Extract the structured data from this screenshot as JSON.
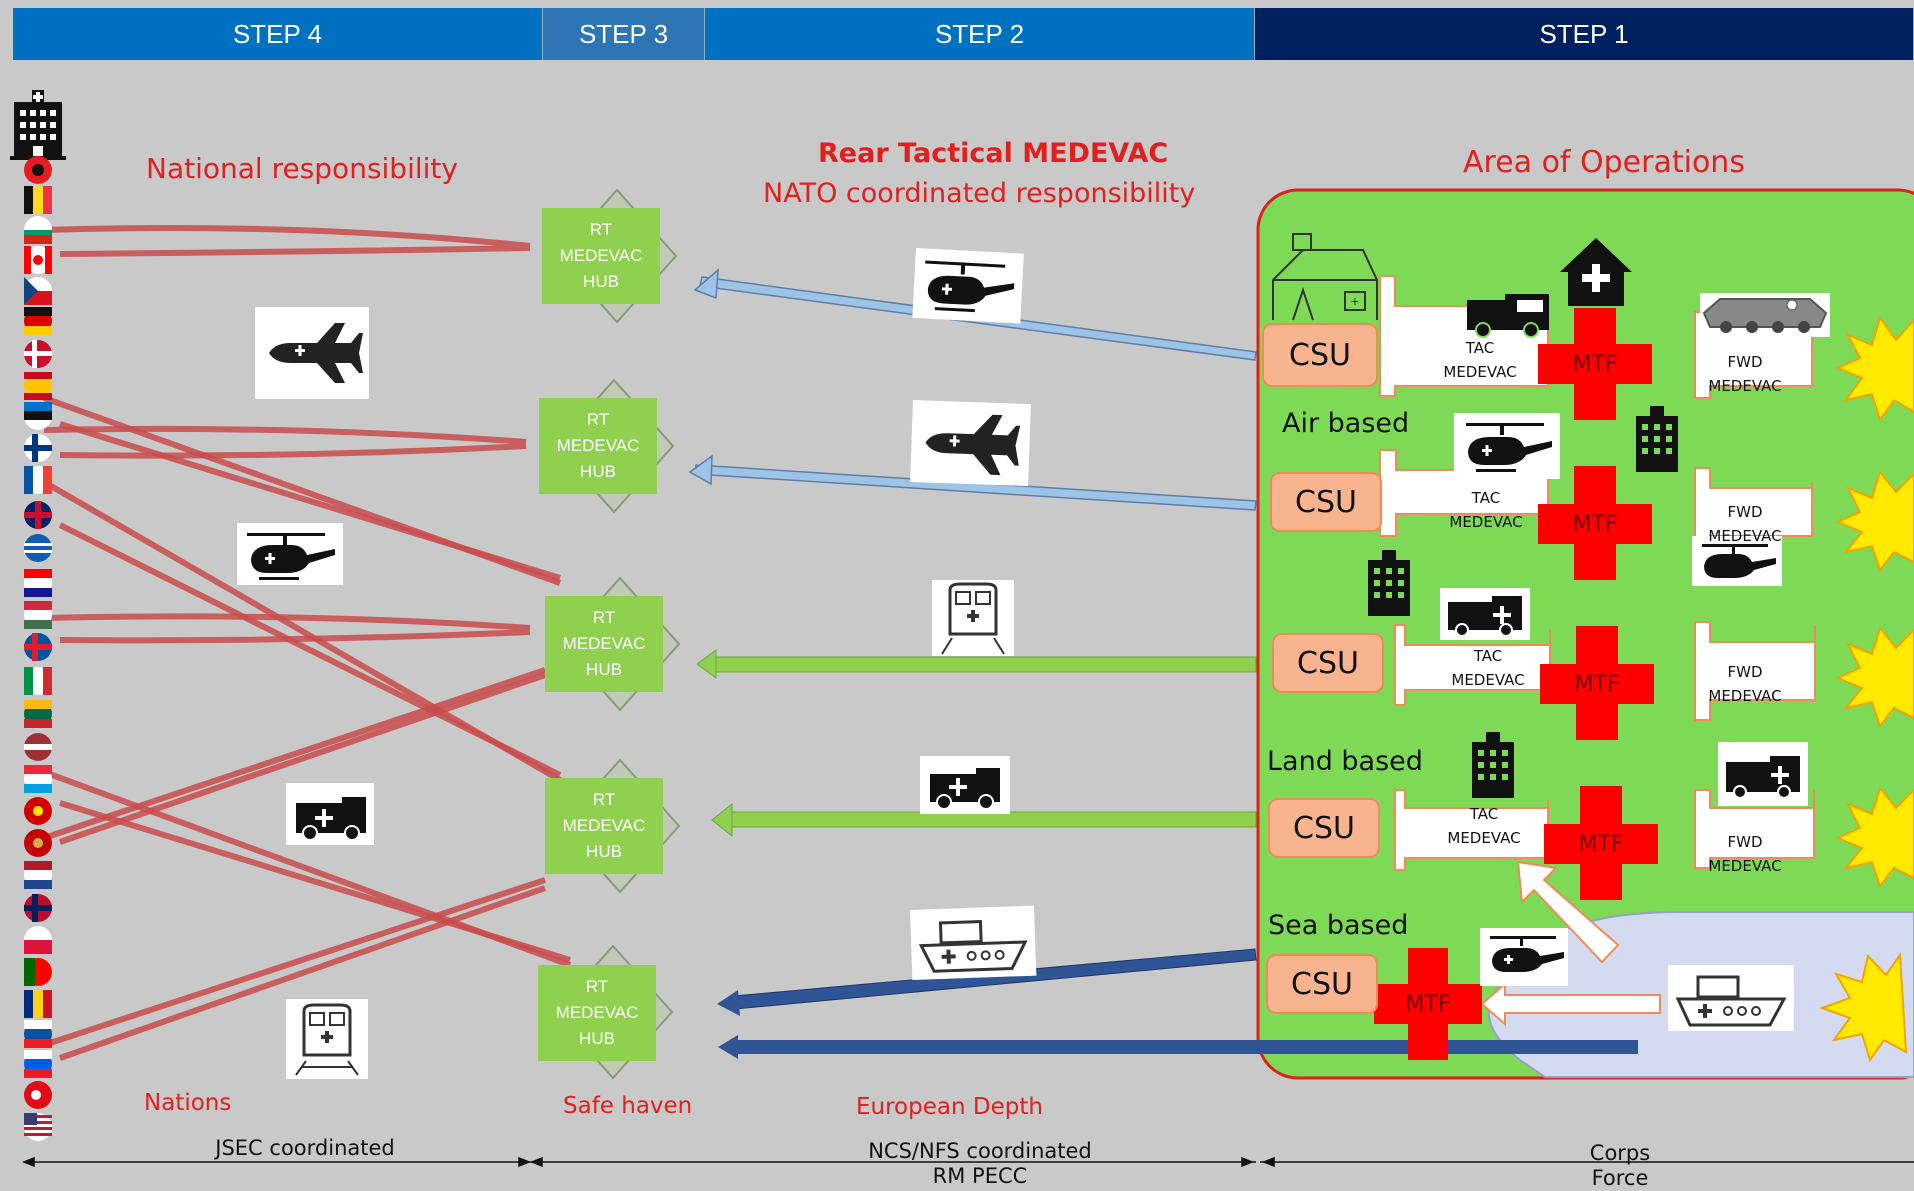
{
  "steps": [
    "STEP 4",
    "STEP 3",
    "STEP 2",
    "STEP 1"
  ],
  "titles": {
    "national": "National responsibility",
    "rear_tactical": "Rear Tactical MEDEVAC",
    "nato": "NATO coordinated responsibility",
    "aoo": "Area of Operations"
  },
  "hub_label": [
    "RT",
    "MEDEVAC",
    "HUB"
  ],
  "modes": {
    "air": "Air based",
    "land": "Land based",
    "sea": "Sea based"
  },
  "csu_label": "CSU",
  "mtf_label": "MTF",
  "tac_label": [
    "TAC",
    "MEDEVAC"
  ],
  "fwd_label": "FWD MEDEVAC",
  "bottom_labels": {
    "nations": "Nations",
    "safe_haven": "Safe haven",
    "european_depth": "European Depth"
  },
  "bottom_scale": {
    "jsec": "JSEC coordinated",
    "ncs_line1": "NCS/NFS coordinated",
    "ncs_line2": "RM PECC",
    "corps_line1": "Corps",
    "corps_line2": "Force"
  },
  "colors": {
    "step4": "#0070c0",
    "step3": "#2e75b6",
    "step2": "#0070c0",
    "step1": "#002060",
    "hub": "#8fd14f",
    "aoo_fill": "#7ed957",
    "aoo_border": "#e0201e",
    "csu": "#f7b48e",
    "mtf": "#ff0000",
    "red_link": "#cc4a4a",
    "air_link": "#9dc3e6",
    "land_link": "#8fd14f",
    "sea_link": "#2f5597"
  },
  "icons": [
    "hospital-icon",
    "plane-icon",
    "helicopter-icon",
    "train-icon",
    "ambulance-icon",
    "ship-icon",
    "tent-icon",
    "house-icon",
    "military-vehicle-icon",
    "explosion-icon"
  ],
  "flags": [
    "Albania",
    "Belgium",
    "Bulgaria",
    "Canada",
    "Czech Republic",
    "Germany",
    "Denmark",
    "Spain",
    "Estonia",
    "Finland",
    "France",
    "United Kingdom",
    "Greece",
    "Croatia",
    "Hungary",
    "Iceland",
    "Italy",
    "Lithuania",
    "Latvia",
    "Luxembourg",
    "North Macedonia",
    "Montenegro",
    "Netherlands",
    "Norway",
    "Poland",
    "Portugal",
    "Romania",
    "Slovakia",
    "Slovenia",
    "Turkey",
    "United States"
  ]
}
